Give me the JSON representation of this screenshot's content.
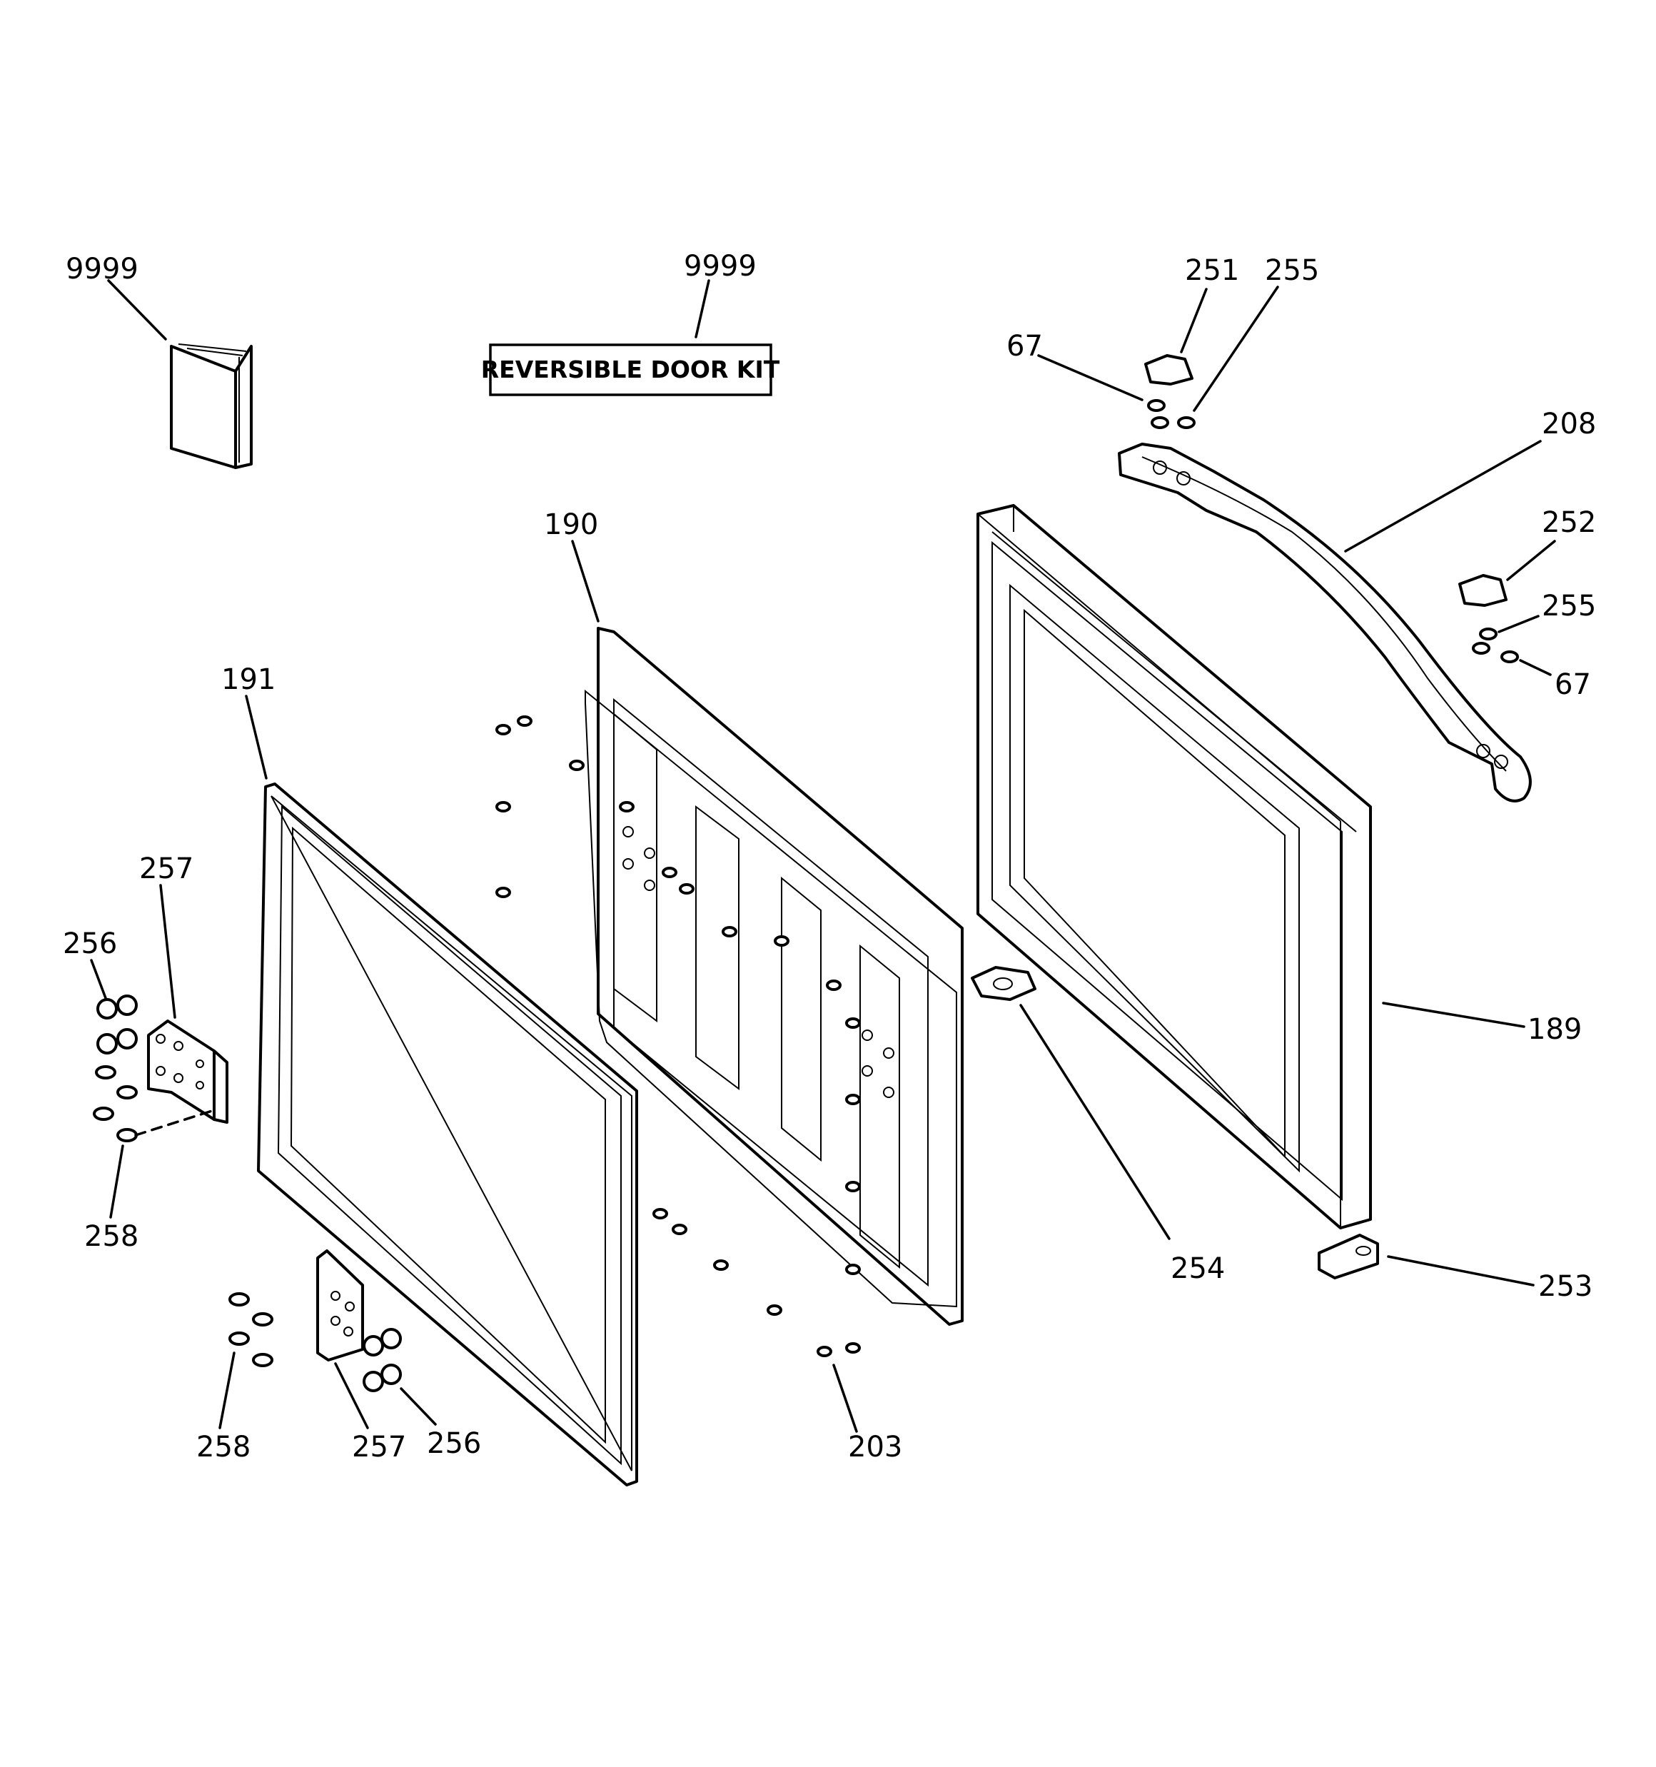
{
  "kit_label": "REVERSIBLE DOOR KIT",
  "callouts": {
    "manual": "9999",
    "kit": "9999",
    "cap_251": "251",
    "screw_255_top": "255",
    "screw_67_top": "67",
    "handle": "208",
    "cap_252": "252",
    "screw_255_right": "255",
    "screw_67_right": "67",
    "liner": "190",
    "gasket": "191",
    "hinge_257_left": "257",
    "nut_256_left": "256",
    "bolt_258_left": "258",
    "door": "189",
    "insert_254": "254",
    "endcap_253": "253",
    "screw_203": "203",
    "bolt_258_bottom": "258",
    "hinge_257_bottom": "257",
    "nut_256_bottom": "256"
  }
}
